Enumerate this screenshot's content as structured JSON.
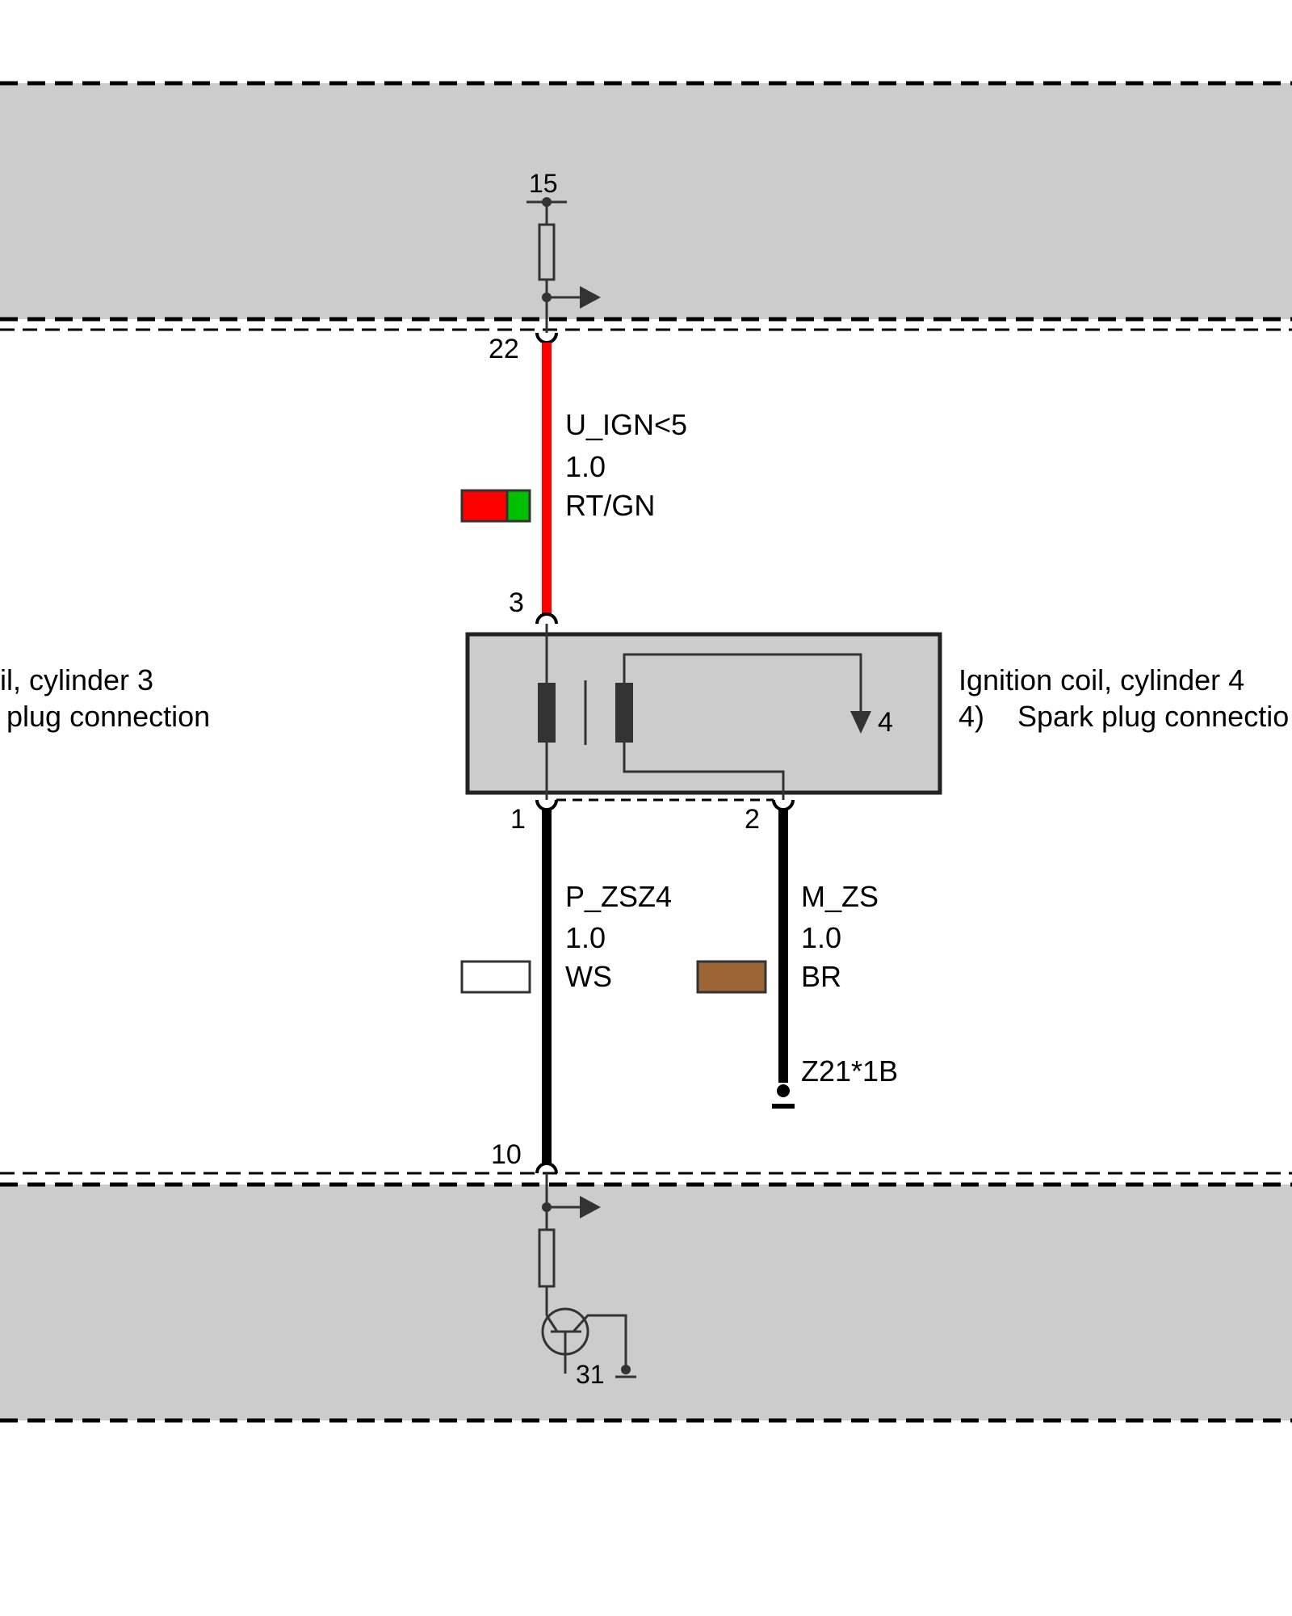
{
  "top_module": {
    "terminal": "15",
    "pin": "22"
  },
  "wire_ign": {
    "signal": "U_IGN<5",
    "gauge": "1.0",
    "color_code": "RT/GN",
    "colors": [
      "#ff0000",
      "#00c000"
    ]
  },
  "coil": {
    "pin_top": "3",
    "pin_bottom_left": "1",
    "pin_bottom_right": "2",
    "output_pin": "4",
    "left_label_line1": "il, cylinder 3",
    "left_label_line2": "plug connection",
    "right_label_line1": "Ignition coil, cylinder 4",
    "right_label_num": "4)",
    "right_label_line2": "Spark plug connectio"
  },
  "wire_zsz4": {
    "signal": "P_ZSZ4",
    "gauge": "1.0",
    "color_code": "WS",
    "color": "#ffffff"
  },
  "wire_mzs": {
    "signal": "M_ZS",
    "gauge": "1.0",
    "color_code": "BR",
    "color": "#9b6535",
    "ground": "Z21*1B"
  },
  "bottom_module": {
    "pin": "10",
    "terminal": "31"
  }
}
